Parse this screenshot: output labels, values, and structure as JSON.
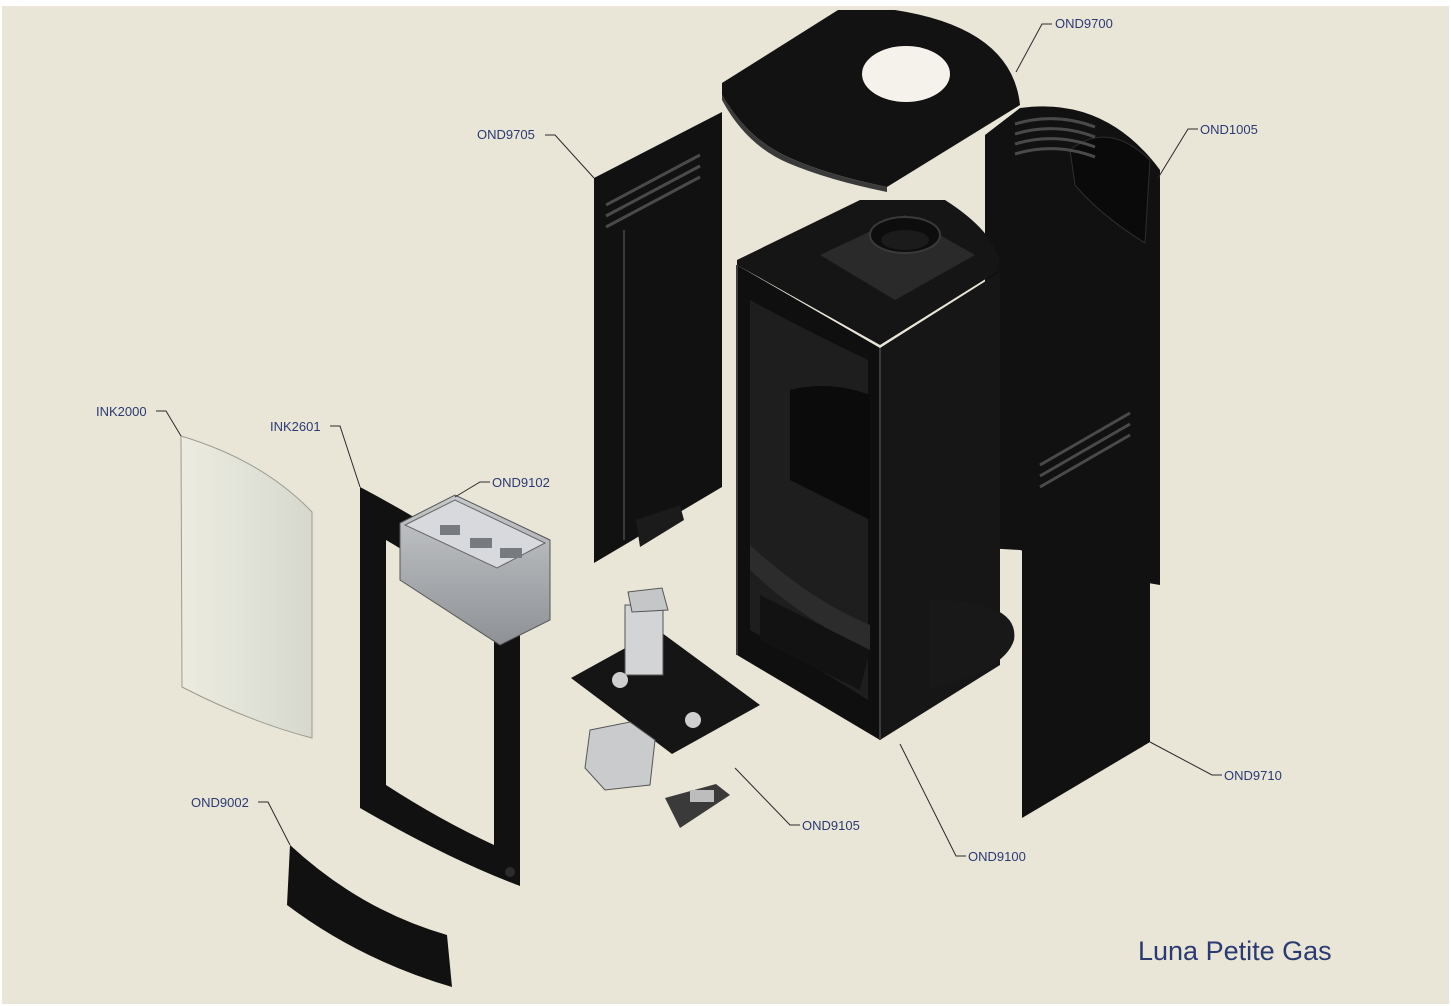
{
  "diagram": {
    "title": "Luna Petite Gas",
    "background": "#e9e6d8",
    "part_color": "#111111",
    "label_color": "#2b3a72",
    "callouts": {
      "ond9700": "OND9700",
      "ond1005": "OND1005",
      "ond9705": "OND9705",
      "ink2000": "INK2000",
      "ink2601": "INK2601",
      "ond9102": "OND9102",
      "ond9002": "OND9002",
      "ond9105": "OND9105",
      "ond9100": "OND9100",
      "ond9710": "OND9710"
    }
  }
}
